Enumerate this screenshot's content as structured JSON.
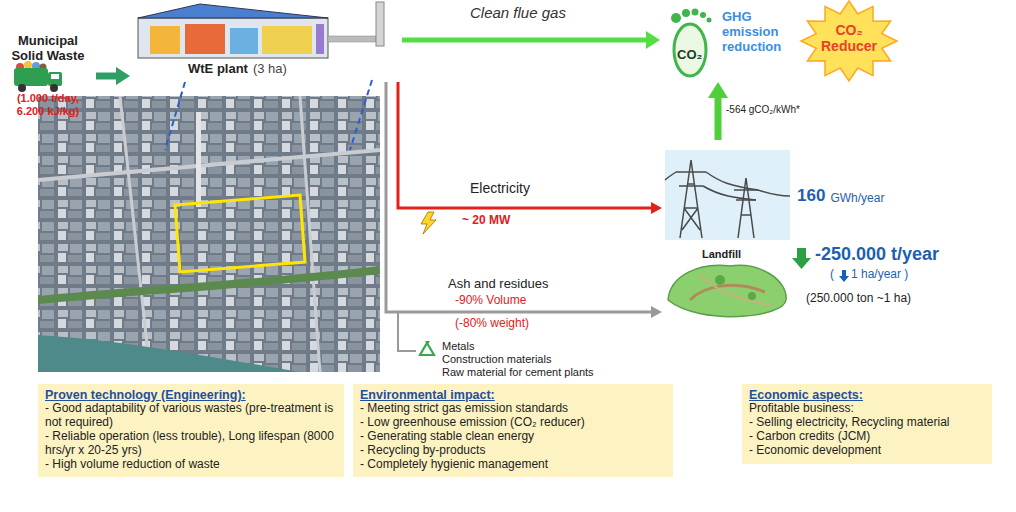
{
  "diagram": {
    "nodes": [
      {
        "text": [
          "Municipal Solid Waste",
          "(1.000 t/day, 6.200 kJ/kg)"
        ]
      },
      {
        "text": [
          "WtE plant",
          "(3 ha)"
        ]
      },
      {
        "text": [
          "GHG emission reduction"
        ]
      },
      {
        "text": [
          "CO₂ Reducer"
        ]
      },
      {
        "text": [
          "160",
          "GWh/year"
        ]
      },
      {
        "text": [
          "Landfill"
        ]
      },
      {
        "text": [
          "Proven technology (Engineering):",
          "- Good adaptability of various wastes (pre-treatment is not required)",
          "- Reliable operation (less trouble), Long lifespan (8000 hrs/yr x 20-25 yrs)",
          "- High volume reduction of waste"
        ]
      },
      {
        "text": [
          "Environmental impact:",
          "- Meeting strict gas emission standards",
          "- Low greenhouse emission (CO₂ reducer)",
          "- Generating stable clean energy",
          "- Recycling by-products",
          "- Completely hygienic management"
        ]
      },
      {
        "text": [
          "Economic aspects:",
          "Profitable business:",
          "- Selling electricity, Recycling material",
          "- Carbon credits (JCM)",
          "- Economic development"
        ]
      }
    ],
    "edges": [
      {
        "from": 0,
        "to": 1,
        "arrow": "to"
      },
      {
        "from": 1,
        "to": 2,
        "label": "Clean flue gas",
        "arrow": "to"
      },
      {
        "from": 1,
        "to": 4,
        "label": "Electricity",
        "arrow": "to"
      },
      {
        "from": 4,
        "to": 2,
        "label": "-564 gCO₂/kWh*",
        "arrow": "to"
      },
      {
        "from": 1,
        "to": 5,
        "label": "Ash and residues",
        "arrow": "to"
      }
    ],
    "labels": [
      "CO₂",
      "~ 20 MW",
      "-90% Volume",
      "(-80% weight)",
      "Metals",
      "Construction materials",
      "Raw material for cement plants",
      "-250.000 t/year",
      "(",
      "1 ha/year )",
      "(250.000 ton ~1 ha)"
    ]
  }
}
